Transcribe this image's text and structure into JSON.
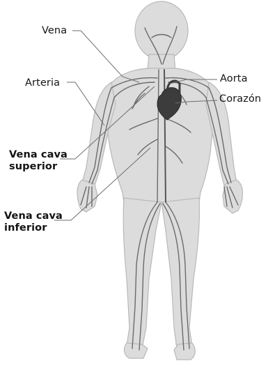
{
  "labels": {
    "vena": "Vena",
    "arteria": "Arteria",
    "aorta": "Aorta",
    "corazon": "Corazón",
    "vena_cava_superior_line1": "Vena cava",
    "vena_cava_superior_line2": "superior",
    "vena_cava_inferior_line1": "Vena cava",
    "vena_cava_inferior_line2": "inferior"
  },
  "colors": {
    "skin": "#dcdcdc",
    "outline": "#b4b4b4",
    "vessel": "#6a6a6a",
    "heart": "#3c3c3c",
    "leader": "#6e6e6e"
  }
}
